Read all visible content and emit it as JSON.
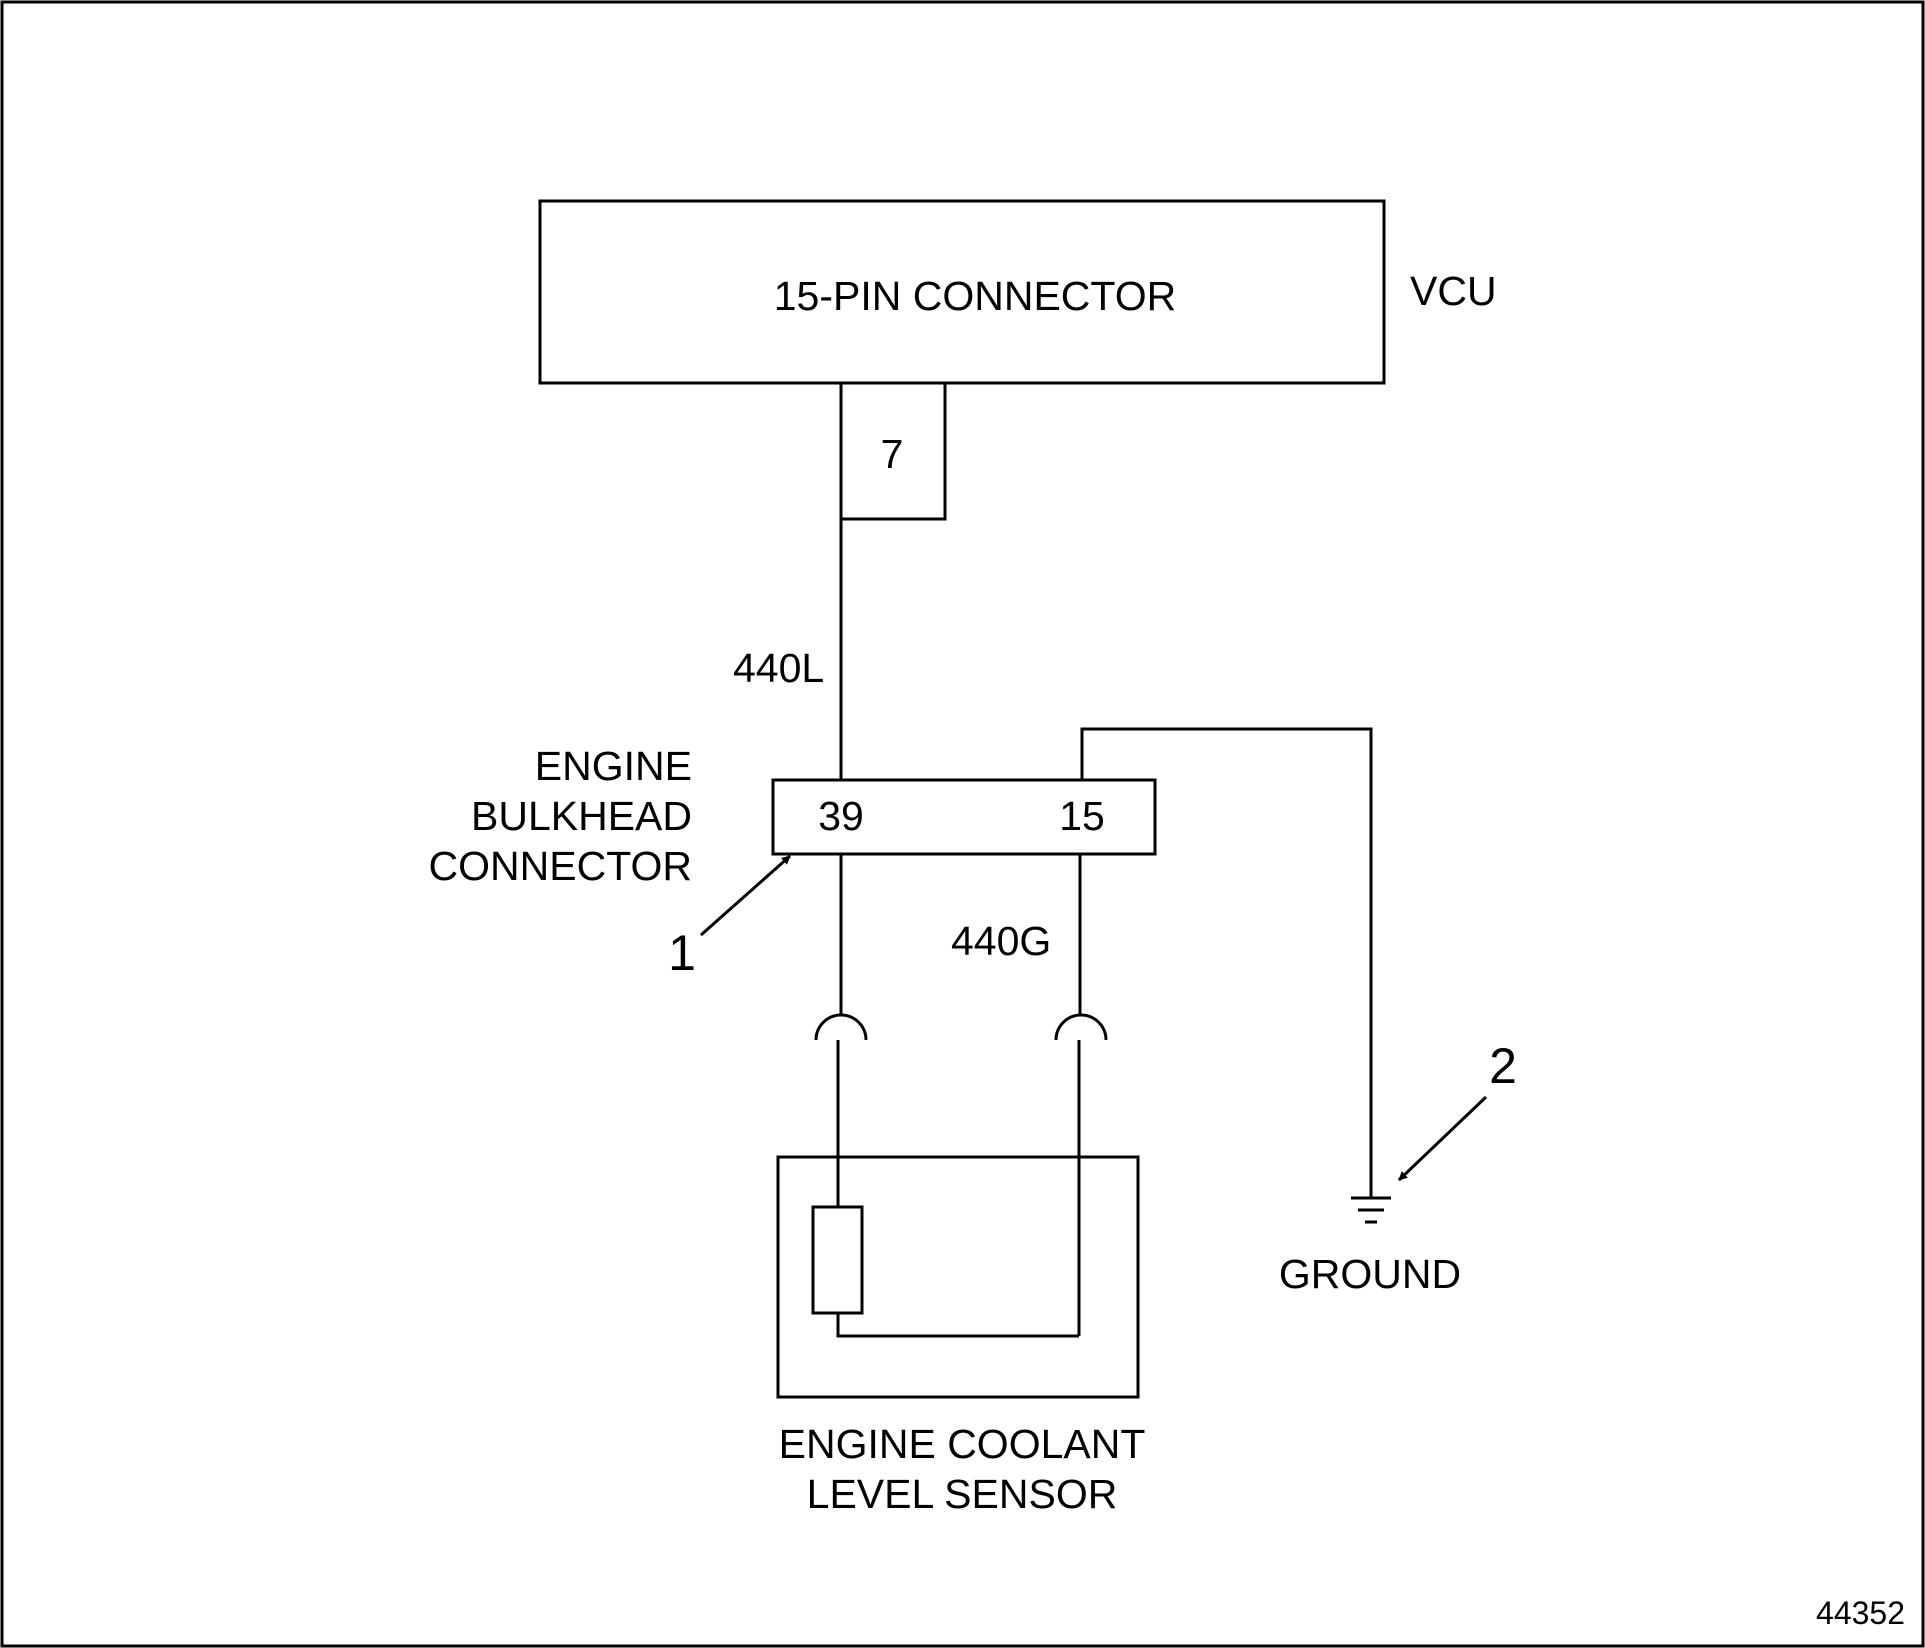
{
  "vcu": {
    "connector_label": "15-PIN CONNECTOR",
    "module_label": "VCU",
    "pin": "7"
  },
  "wires": {
    "signal": "440L",
    "ground": "440G"
  },
  "bulkhead": {
    "label_line1": "ENGINE",
    "label_line2": "BULKHEAD",
    "label_line3": "CONNECTOR",
    "pin_left": "39",
    "pin_right": "15"
  },
  "sensor": {
    "label_line1": "ENGINE COOLANT",
    "label_line2": "LEVEL SENSOR"
  },
  "ground": {
    "label": "GROUND"
  },
  "callouts": {
    "one": "1",
    "two": "2"
  },
  "figure_number": "44352"
}
